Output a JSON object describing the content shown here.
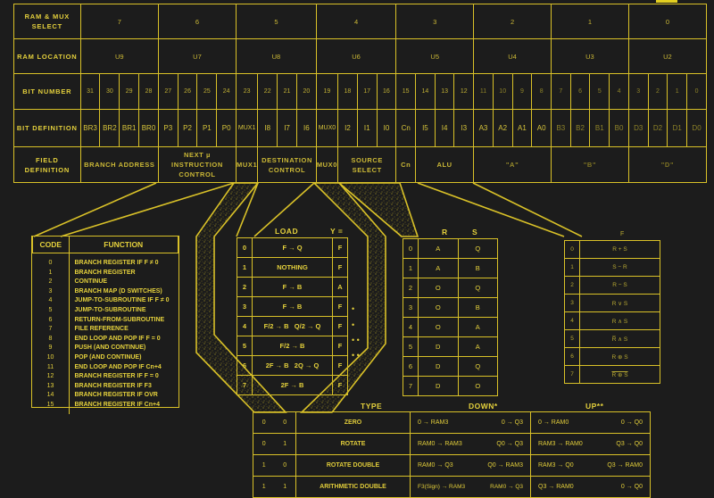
{
  "top_table": {
    "rows": [
      {
        "label": "RAM & MUX SELECT",
        "cells": [
          "7",
          "6",
          "5",
          "4",
          "3",
          "2",
          "1",
          "0"
        ]
      },
      {
        "label": "RAM LOCATION",
        "cells": [
          "U9",
          "U7",
          "U8",
          "U6",
          "U5",
          "U4",
          "U3",
          "U2"
        ]
      }
    ],
    "bit_number": {
      "label": "BIT NUMBER",
      "cells": [
        "31",
        "30",
        "29",
        "28",
        "27",
        "26",
        "25",
        "24",
        "23",
        "22",
        "21",
        "20",
        "19",
        "18",
        "17",
        "16",
        "15",
        "14",
        "13",
        "12",
        "11",
        "10",
        "9",
        "8",
        "7",
        "6",
        "5",
        "4",
        "3",
        "2",
        "1",
        "0"
      ]
    },
    "bit_definition": {
      "label": "BIT DEFINITION",
      "cells": [
        "BR3",
        "BR2",
        "BR1",
        "BR0",
        "P3",
        "P2",
        "P1",
        "P0",
        "MUX1",
        "I8",
        "I7",
        "I6",
        "MUX0",
        "I2",
        "I1",
        "I0",
        "Cn",
        "I5",
        "I4",
        "I3",
        "A3",
        "A2",
        "A1",
        "A0",
        "B3",
        "B2",
        "B1",
        "B0",
        "D3",
        "D2",
        "D1",
        "D0"
      ]
    },
    "field_definition": {
      "label": "FIELD DEFINITION",
      "fields": [
        {
          "name": "BRANCH ADDRESS",
          "span": 4
        },
        {
          "name": "NEXT µ INSTRUCTION CONTROL",
          "span": 4
        },
        {
          "name": "MUX1",
          "span": 1
        },
        {
          "name": "DESTINATION CONTROL",
          "span": 3
        },
        {
          "name": "MUX0",
          "span": 1
        },
        {
          "name": "SOURCE SELECT",
          "span": 3
        },
        {
          "name": "Cn",
          "span": 1
        },
        {
          "name": "ALU",
          "span": 3
        },
        {
          "name": "\"A\"",
          "span": 4
        },
        {
          "name": "\"B\"",
          "span": 4
        },
        {
          "name": "\"D\"",
          "span": 4
        }
      ]
    }
  },
  "branch_table": {
    "headers": {
      "code": "CODE",
      "function": "FUNCTION"
    },
    "rows": [
      {
        "code": "0",
        "function": "BRANCH REGISTER IF F ≠ 0"
      },
      {
        "code": "1",
        "function": "BRANCH REGISTER"
      },
      {
        "code": "2",
        "function": "CONTINUE"
      },
      {
        "code": "3",
        "function": "BRANCH MAP (D SWITCHES)"
      },
      {
        "code": "4",
        "function": "JUMP-TO-SUBROUTINE IF F ≠ 0"
      },
      {
        "code": "5",
        "function": "JUMP-TO-SUBROUTINE"
      },
      {
        "code": "6",
        "function": "RETURN-FROM-SUBROUTINE"
      },
      {
        "code": "7",
        "function": "FILE REFERENCE"
      },
      {
        "code": "8",
        "function": "END LOOP AND POP IF F = 0"
      },
      {
        "code": "9",
        "function": "PUSH (AND CONTINUE)"
      },
      {
        "code": "10",
        "function": "POP (AND CONTINUE)"
      },
      {
        "code": "11",
        "function": "END LOOP AND POP IF Cn+4"
      },
      {
        "code": "12",
        "function": "BRANCH REGISTER IF F = 0"
      },
      {
        "code": "13",
        "function": "BRANCH REGISTER IF F3"
      },
      {
        "code": "14",
        "function": "BRANCH REGISTER IF OVR"
      },
      {
        "code": "15",
        "function": "BRANCH REGISTER IF Cn+4"
      }
    ]
  },
  "load_table": {
    "headers": {
      "load": "LOAD",
      "y": "Y ="
    },
    "rows": [
      {
        "code": "0",
        "load": "F → Q",
        "y": "F",
        "mark": ""
      },
      {
        "code": "1",
        "load": "NOTHING",
        "y": "F",
        "mark": ""
      },
      {
        "code": "2",
        "load": "F → B",
        "y": "A",
        "mark": ""
      },
      {
        "code": "3",
        "load": "F → B",
        "y": "F",
        "mark": ""
      },
      {
        "code": "4",
        "load": "F/2 → B   Q/2 → Q",
        "y": "F",
        "mark": "•"
      },
      {
        "code": "5",
        "load": "F/2 → B",
        "y": "F",
        "mark": "•"
      },
      {
        "code": "6",
        "load": "2F → B   2Q → Q",
        "y": "F",
        "mark": "• •"
      },
      {
        "code": "7",
        "load": "2F → B",
        "y": "F",
        "mark": "• •"
      }
    ]
  },
  "source_table": {
    "headers": {
      "r": "R",
      "s": "S"
    },
    "rows": [
      {
        "code": "0",
        "r": "A",
        "s": "Q"
      },
      {
        "code": "1",
        "r": "A",
        "s": "B"
      },
      {
        "code": "2",
        "r": "O",
        "s": "Q"
      },
      {
        "code": "3",
        "r": "O",
        "s": "B"
      },
      {
        "code": "4",
        "r": "O",
        "s": "A"
      },
      {
        "code": "5",
        "r": "D",
        "s": "A"
      },
      {
        "code": "6",
        "r": "D",
        "s": "Q"
      },
      {
        "code": "7",
        "r": "D",
        "s": "O"
      }
    ]
  },
  "alu_table": {
    "headers": {
      "f": "F"
    },
    "rows": [
      {
        "code": "0",
        "f": "R + S"
      },
      {
        "code": "1",
        "f": "S − R"
      },
      {
        "code": "2",
        "f": "R − S"
      },
      {
        "code": "3",
        "f": "R ∨ S"
      },
      {
        "code": "4",
        "f": "R ∧ S"
      },
      {
        "code": "5",
        "f": "R̅ ∧ S"
      },
      {
        "code": "6",
        "f": "R ⊕ S"
      },
      {
        "code": "7",
        "f": "R ⊕ S (inverted)"
      }
    ]
  },
  "shift_table": {
    "headers": {
      "type": "TYPE",
      "down": "DOWN*",
      "up": "UP**"
    },
    "rows": [
      {
        "b1": "0",
        "b0": "0",
        "type": "ZERO",
        "down_a": "0 → RAM3",
        "down_b": "0 → Q3",
        "up_a": "0 → RAM0",
        "up_b": "0 → Q0"
      },
      {
        "b1": "0",
        "b0": "1",
        "type": "ROTATE",
        "down_a": "RAM0 → RAM3",
        "down_b": "Q0 → Q3",
        "up_a": "RAM3 → RAM0",
        "up_b": "Q3 → Q0"
      },
      {
        "b1": "1",
        "b0": "0",
        "type": "ROTATE DOUBLE",
        "down_a": "RAM0 → Q3",
        "down_b": "Q0 → RAM3",
        "up_a": "RAM3 → Q0",
        "up_b": "Q3 → RAM0"
      },
      {
        "b1": "1",
        "b0": "1",
        "type": "ARITHMETIC DOUBLE",
        "down_a": "F3(Sign) → RAM3",
        "down_b": "RAM0 → Q3",
        "up_a": "Q3 → RAM0",
        "up_b": "0 → Q0"
      }
    ]
  },
  "colors": {
    "background": "#1c1c1c",
    "line": "#d9c128",
    "text": "#e5d13c"
  }
}
